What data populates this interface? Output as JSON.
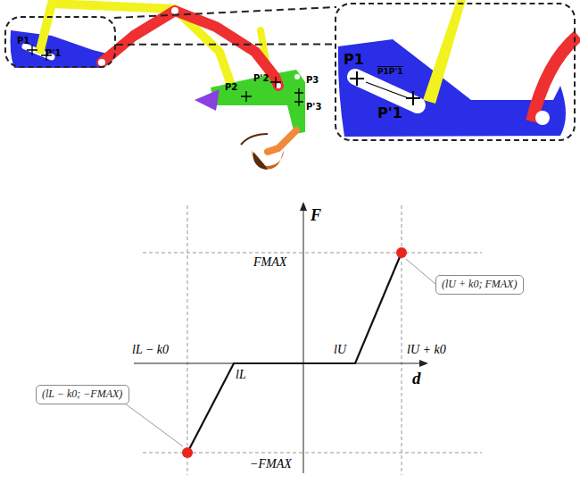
{
  "diagram": {
    "nodes": [
      {
        "text": [
          "P1",
          "P'1"
        ]
      },
      {
        "text": [
          "P1",
          "P1P'1",
          "P'1"
        ]
      },
      {
        "text": [
          "(lU + k0; FMAX)"
        ]
      },
      {
        "text": [
          "(lL − k0; −FMAX)"
        ]
      }
    ],
    "edges": [
      {
        "from": 0,
        "to": 1,
        "arrow": "none"
      }
    ],
    "labels": [
      "P2",
      "P'2",
      "P3",
      "P'3",
      "F",
      "FMAX",
      "lL − k0",
      "lU",
      "lU + k0",
      "lL",
      "d",
      "−FMAX"
    ]
  }
}
